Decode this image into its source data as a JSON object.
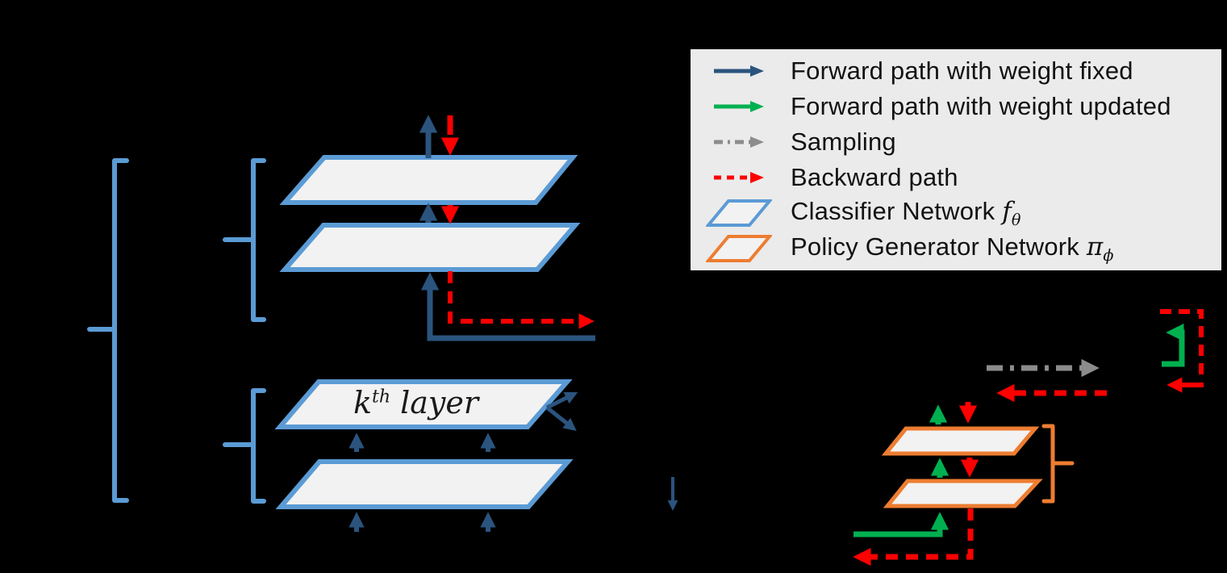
{
  "colors": {
    "background": "#000000",
    "navy": "#2A547E",
    "blue": "#5B9BD5",
    "red": "#FE0000",
    "green": "#00B050",
    "gray": "#8C8C8C",
    "orange": "#ED7D31",
    "legend_bg": "#EBEBEB",
    "legend_border": "#000000",
    "shape_fill": "#F2F2F2"
  },
  "legend": {
    "items": [
      {
        "swatch": "navy-solid-arrow",
        "label": "Forward path with weight fixed"
      },
      {
        "swatch": "green-solid-arrow",
        "label": "Forward path with weight updated"
      },
      {
        "swatch": "gray-dashdot-arrow",
        "label": "Sampling"
      },
      {
        "swatch": "red-dashed-arrow",
        "label": "Backward path"
      },
      {
        "swatch": "blue-parallelogram",
        "label": "Classifier Network ",
        "math_symbol": "f",
        "math_sub": "θ"
      },
      {
        "swatch": "orange-parallelogram",
        "label": "Policy Generator Network ",
        "math_symbol": "π",
        "math_sub": "ϕ"
      }
    ]
  },
  "diagram": {
    "kth_layer": {
      "base": "k",
      "sup": "th",
      "rest": "layer"
    }
  }
}
